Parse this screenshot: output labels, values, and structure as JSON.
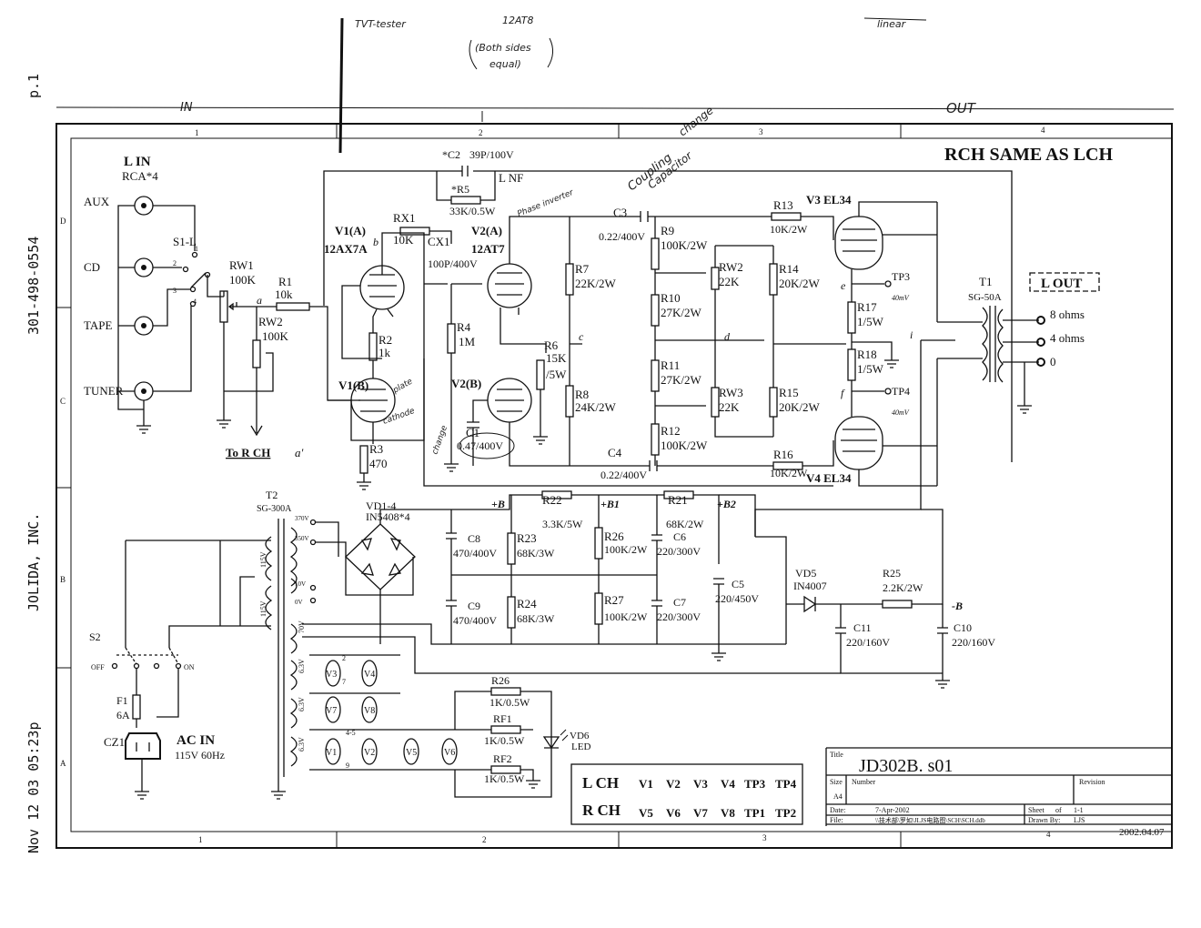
{
  "margin_left": {
    "page": "p.1",
    "phone": "301-498-0554",
    "company": "JOLIDA, INC.",
    "timestamp": "Nov 12 03 05:23p"
  },
  "handwritten": {
    "in": "IN",
    "out": "OUT",
    "tvt_tester": "TVT-tester",
    "tube_12at8": "12AT8",
    "both_sides": "(Both sides",
    "equal": "equal)",
    "linear": "linear",
    "coupling": "Coupling",
    "capacitor": "Capacitor",
    "change": "change",
    "phase_inverter": "Phase inverter",
    "plate": "plate",
    "cathode": "cathode",
    "change2": "change"
  },
  "grid": {
    "columns": [
      "1",
      "2",
      "3",
      "4"
    ],
    "rows": [
      "D",
      "C",
      "B",
      "A"
    ]
  },
  "header": {
    "note": "RCH SAME AS LCH"
  },
  "inputs": {
    "title": "L IN",
    "connector": "RCA*4",
    "sources": [
      "AUX",
      "CD",
      "TAPE",
      "TUNER"
    ],
    "switch": "S1-L",
    "switch_pos": [
      "1",
      "2",
      "3",
      "4"
    ],
    "to_rch": "To R CH",
    "a_prime": "a'"
  },
  "parts": {
    "rw1": "RW1",
    "rw1_val": "100K",
    "r1": "R1",
    "r1_val": "10k",
    "rw2": "RW2",
    "rw2_val": "100K",
    "v1a": "V1(A)",
    "v1a_type": "12AX7A",
    "v1b": "V1(B)",
    "rx1": "RX1",
    "rx1_val": "10K",
    "cx1": "CX1",
    "cx1_val": "100P/400V",
    "r2": "R2",
    "r2_val": "1k",
    "r3": "R3",
    "r3_val": "470",
    "c2": "*C2",
    "c2_val": "39P/100V",
    "r5": "*R5",
    "r5_val": "33K/0.5W",
    "lnf": "L NF",
    "v2a": "V2(A)",
    "v2a_type": "12AT7",
    "v2b": "V2(B)",
    "r4": "R4",
    "r4_val": "1M",
    "c1": "C1",
    "c1_val": "0.47/400V",
    "r6": "R6",
    "r6_val": "15K",
    "r6_w": "/5W",
    "r7": "R7",
    "r7_val": "22K/2W",
    "r8": "R8",
    "r8_val": "24K/2W",
    "c3": "C3",
    "c3_val": "0.22/400V",
    "c4": "C4",
    "c4_val": "0.22/400V",
    "r9": "R9",
    "r9_val": "100K/2W",
    "r10": "R10",
    "r10_val": "27K/2W",
    "r11": "R11",
    "r11_val": "27K/2W",
    "r12": "R12",
    "r12_val": "100K/2W",
    "rw2b": "RW2",
    "rw2b_val": "22K",
    "rw3": "RW3",
    "rw3_val": "22K",
    "r13": "R13",
    "r13_val": "10K/2W",
    "r14": "R14",
    "r14_val": "20K/2W",
    "r15": "R15",
    "r15_val": "20K/2W",
    "r16": "R16",
    "r16_val": "10K/2W",
    "v3": "V3 EL34",
    "v4": "V4 EL34",
    "r17": "R17",
    "r17_val": "1/5W",
    "r18": "R18",
    "r18_val": "1/5W",
    "tp3": "TP3",
    "tp3_mv": "40mV",
    "tp4": "TP4",
    "tp4_mv": "40mV",
    "t1": "T1",
    "t1_type": "SG-50A",
    "lout": "L OUT",
    "taps": [
      "8 ohms",
      "4 ohms",
      "0"
    ],
    "nodes": {
      "a": "a",
      "b": "b",
      "c": "c",
      "d": "d",
      "e": "e",
      "f": "f",
      "i": "i"
    }
  },
  "power": {
    "t2": "T2",
    "t2_type": "SG-300A",
    "taps": [
      "370V",
      "350V",
      "10V",
      "0V",
      "115V",
      "115V",
      "70V",
      "6.3V",
      "6.3V",
      "6.3V"
    ],
    "vd": "VD1-4",
    "vd_type": "IN5408*4",
    "b": "+B",
    "b1": "+B1",
    "b2": "+B2",
    "r22": "R22",
    "r22_val": "3.3K/5W",
    "r21": "R21",
    "r21_val": "68K/2W",
    "c8": "C8",
    "c8_val": "470/400V",
    "c9": "C9",
    "c9_val": "470/400V",
    "r23": "R23",
    "r23_val": "68K/3W",
    "r24": "R24",
    "r24_val": "68K/3W",
    "r26a": "R26",
    "r26a_val": "100K/2W",
    "r27": "R27",
    "r27_val": "100K/2W",
    "c6": "C6",
    "c6_val": "220/300V",
    "c7": "C7",
    "c7_val": "220/300V",
    "c5": "C5",
    "c5_val": "220/450V",
    "vd5": "VD5",
    "vd5_type": "IN4007",
    "r25": "R25",
    "r25_val": "2.2K/2W",
    "minus_b": "-B",
    "c11": "C11",
    "c11_val": "220/160V",
    "c10": "C10",
    "c10_val": "220/160V",
    "s2": "S2",
    "off": "OFF",
    "on": "ON",
    "f1": "F1",
    "f1_val": "6A",
    "cz1": "CZ1",
    "ac_in": "AC IN",
    "ac_val": "115V 60Hz",
    "heaters": [
      "V3",
      "V4",
      "V7",
      "V8",
      "V1",
      "V2",
      "V5",
      "V6"
    ],
    "pins": [
      "2",
      "7",
      "4-5",
      "9"
    ],
    "r26": "R26",
    "r26_val": "1K/0.5W",
    "rf1": "RF1",
    "rf1_val": "1K/0.5W",
    "rf2": "RF2",
    "rf2_val": "1K/0.5W",
    "vd6": "VD6",
    "led": "LED"
  },
  "channel_table": {
    "lch": "L CH",
    "lch_items": [
      "V1",
      "V2",
      "V3",
      "V4",
      "TP3",
      "TP4"
    ],
    "rch": "R CH",
    "rch_items": [
      "V5",
      "V6",
      "V7",
      "V8",
      "TP1",
      "TP2"
    ]
  },
  "title_block": {
    "title_label": "Title",
    "title": "JD302B. s01",
    "size_label": "Size",
    "size": "A4",
    "number_label": "Number",
    "revision_label": "Revision",
    "date_label": "Date:",
    "date": "7-Apr-2002",
    "sheet_label": "Sheet",
    "of_label": "of",
    "sheet_val": "1-1",
    "file_label": "File:",
    "file": "\\\\技术部\\罗如\\JLJS电路图\\SCH\\SCH.ddb",
    "drawn_label": "Drawn By:",
    "drawn": "LJS",
    "stamp_date": "2002.04.07"
  }
}
